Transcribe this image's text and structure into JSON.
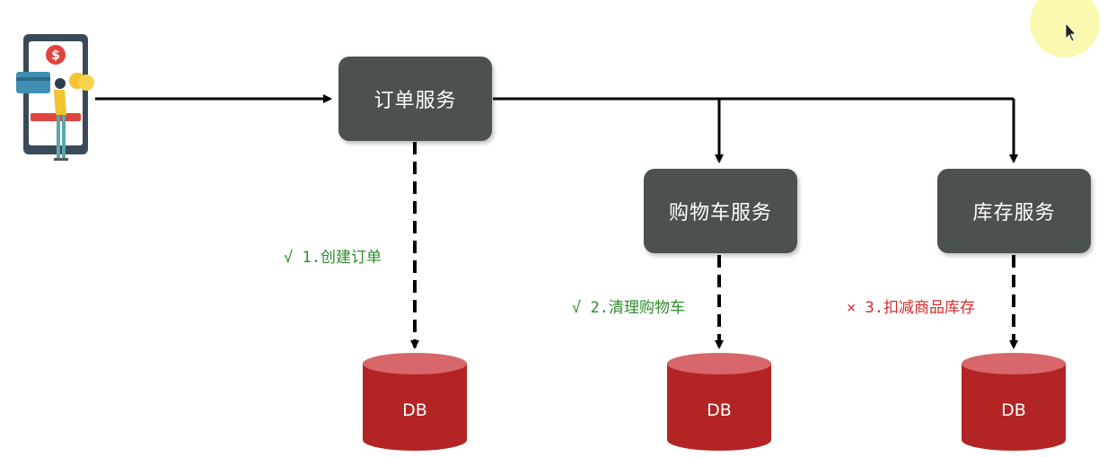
{
  "services": {
    "order": "订单服务",
    "cart": "购物车服务",
    "inventory": "库存服务"
  },
  "steps": [
    {
      "mark": "√",
      "text": "1.创建订单",
      "status": "success",
      "color": "#2e8b2e"
    },
    {
      "mark": "√",
      "text": "2.清理购物车",
      "status": "success",
      "color": "#2e8b2e"
    },
    {
      "mark": "×",
      "text": "3.扣减商品库存",
      "status": "failure",
      "color": "#d62b2b"
    }
  ],
  "databases": [
    "DB",
    "DB",
    "DB"
  ],
  "colors": {
    "service_box": "#4b5050",
    "db_fill": "#b32424",
    "db_top": "#d7676a",
    "success": "#2e8b2e",
    "failure": "#d62b2b",
    "cursor_highlight": "#fbf8b0"
  },
  "icons": {
    "client": "mobile-payment-user-icon",
    "cursor": "mouse-pointer-icon"
  }
}
